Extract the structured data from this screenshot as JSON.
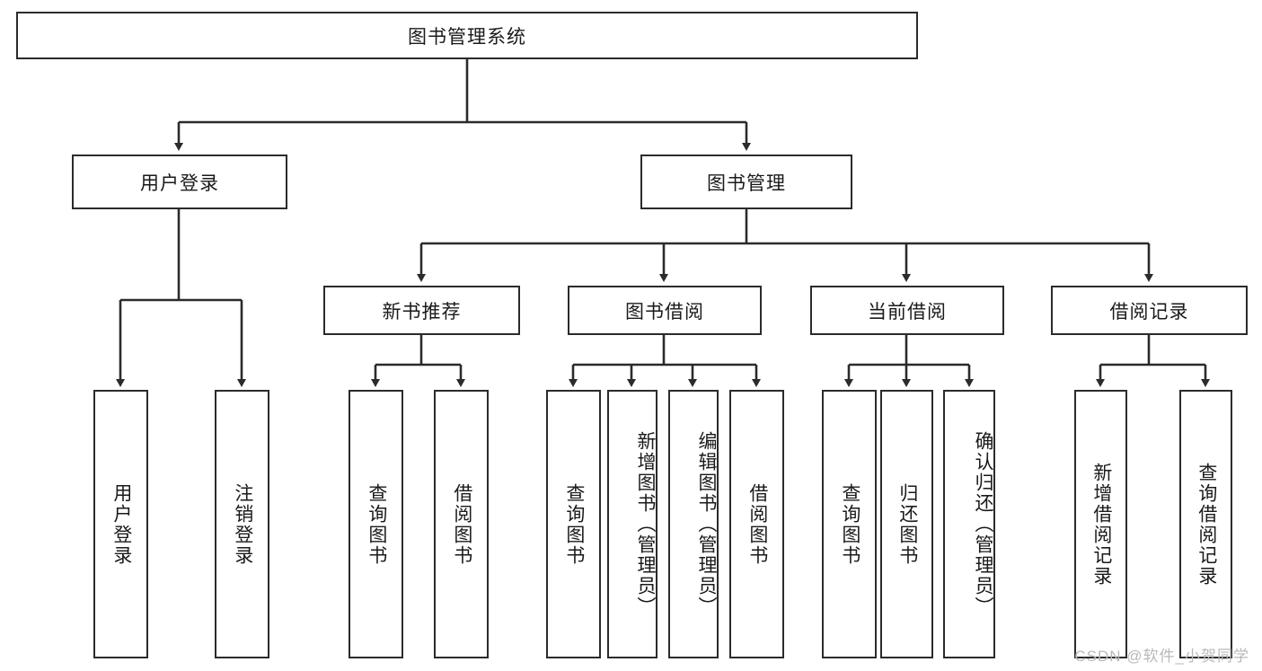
{
  "diagram": {
    "title": "图书管理系统",
    "type": "tree",
    "watermark": "CSDN @软件_小贺同学",
    "colors": {
      "stroke": "#2b2b2b",
      "fill": "#ffffff",
      "text": "#1a1a1a",
      "watermark": "#b9b9b9"
    },
    "root": {
      "label": "图书管理系统"
    },
    "level2": [
      {
        "key": "user_login",
        "label": "用户登录"
      },
      {
        "key": "book_manage",
        "label": "图书管理"
      }
    ],
    "level3": [
      {
        "key": "new_book_rec",
        "label": "新书推荐"
      },
      {
        "key": "book_borrow",
        "label": "图书借阅"
      },
      {
        "key": "current_borrow",
        "label": "当前借阅"
      },
      {
        "key": "borrow_record",
        "label": "借阅记录"
      }
    ],
    "leaves": {
      "user_login": [
        {
          "label": "用户登录"
        },
        {
          "label": "注销登录"
        }
      ],
      "new_book_rec": [
        {
          "label": "查询图书"
        },
        {
          "label": "借阅图书"
        }
      ],
      "book_borrow": [
        {
          "label": "查询图书"
        },
        {
          "label": "新增图书（管理员）"
        },
        {
          "label": "编辑图书（管理员）"
        },
        {
          "label": "借阅图书"
        }
      ],
      "current_borrow": [
        {
          "label": "查询图书"
        },
        {
          "label": "归还图书"
        },
        {
          "label": "确认归还（管理员）"
        }
      ],
      "borrow_record": [
        {
          "label": "新增借阅记录"
        },
        {
          "label": "查询借阅记录"
        }
      ]
    }
  }
}
